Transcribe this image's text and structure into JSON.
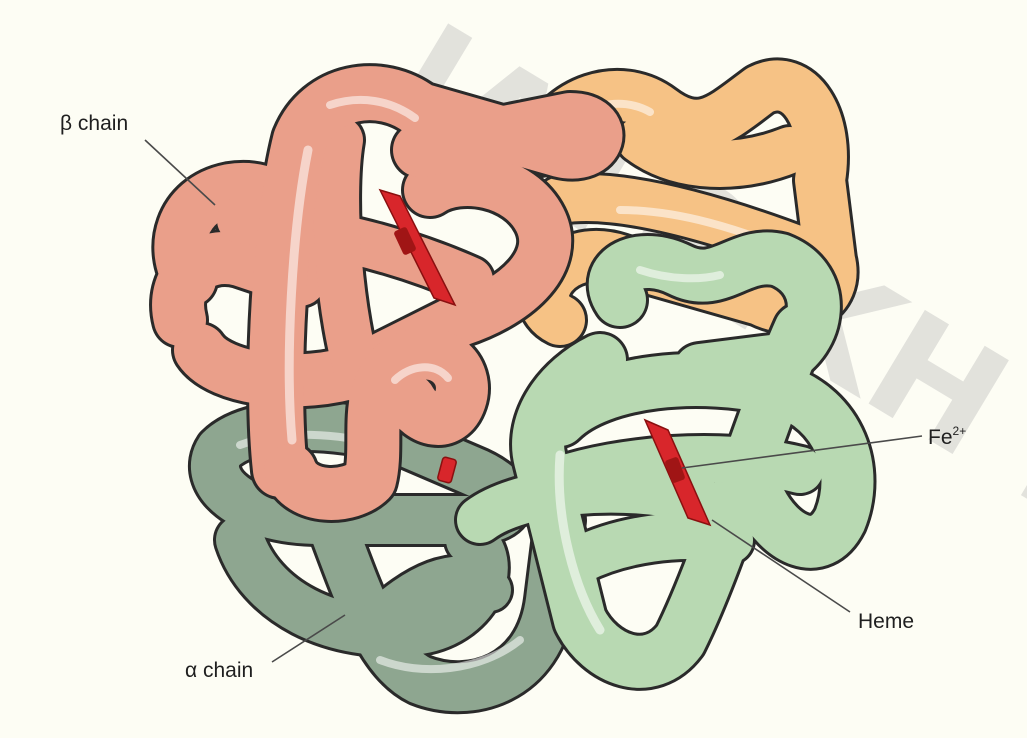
{
  "labels": {
    "beta_chain": "β chain",
    "alpha_chain": "α chain",
    "fe": "Fe",
    "fe_charge": "2+",
    "heme": "Heme"
  },
  "watermark": {
    "text": "ΙΑΤΡΙΚΗ ΣΧ"
  },
  "colors": {
    "background": "#fdfdf4",
    "beta_chain_salmon": "#ea9f8a",
    "beta_chain_orange": "#f6c285",
    "alpha_chain_green_light": "#b8d9b2",
    "alpha_chain_green_dark": "#8ea690",
    "heme": "#d8262b",
    "outline": "#2a2a2a"
  }
}
